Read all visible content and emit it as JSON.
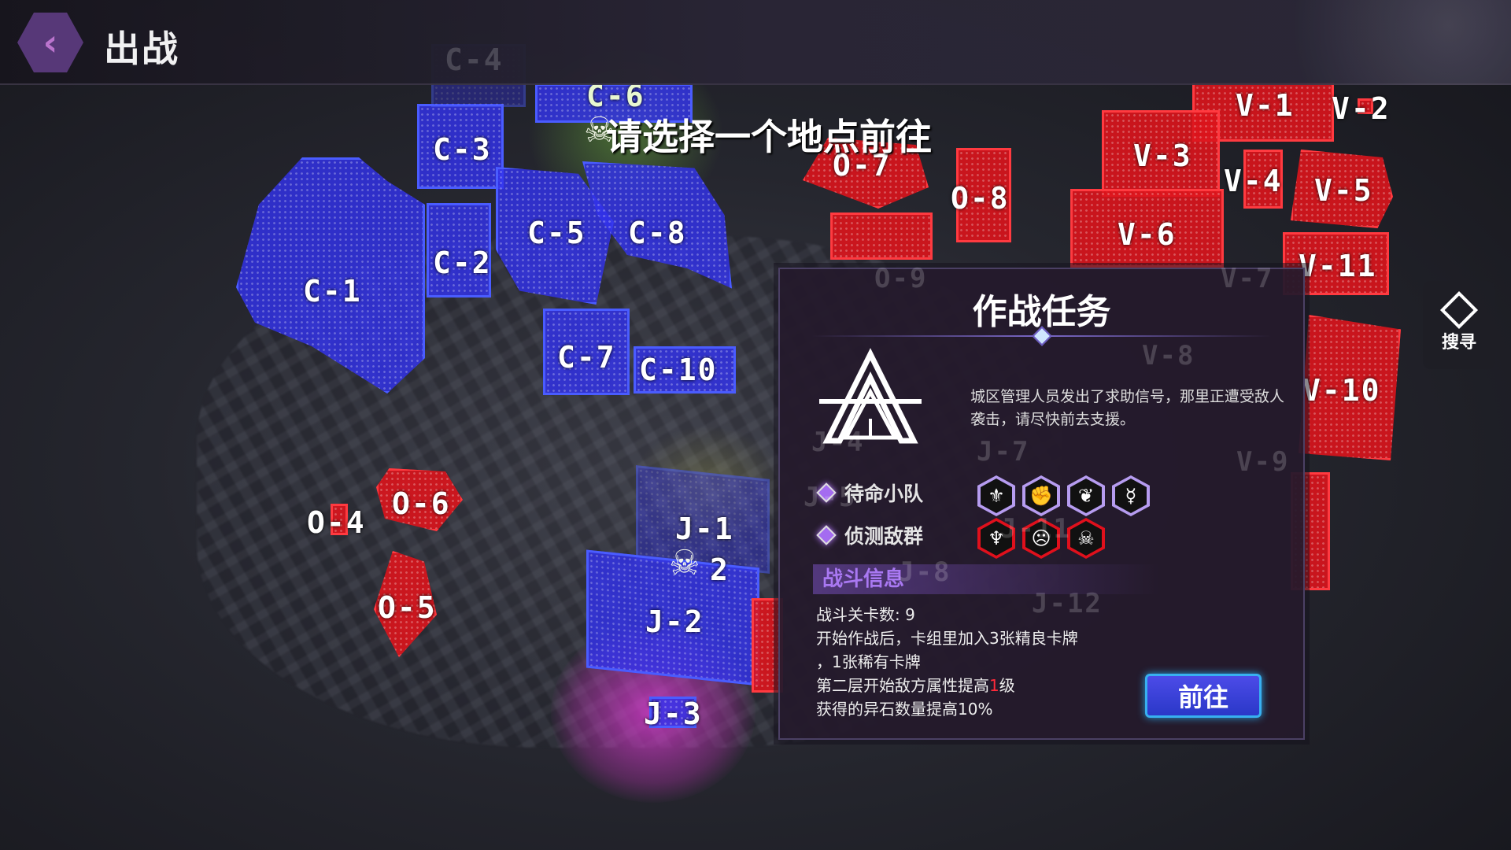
{
  "header": {
    "title": "出战",
    "back_icon": "chevron-left-icon"
  },
  "map": {
    "prompt": "请选择一个地点前往",
    "blue_regions": [
      "C-1",
      "C-2",
      "C-3",
      "C-4",
      "C-5",
      "C-6",
      "C-7",
      "C-8",
      "C-10",
      "J-1",
      "2",
      "J-2",
      "J-3"
    ],
    "red_regions": [
      "O-4",
      "O-5",
      "O-6",
      "O-7",
      "O-8",
      "V-1",
      "V-2",
      "V-3",
      "V-4",
      "V-5",
      "V-6",
      "V-10",
      "V-11"
    ],
    "faint_labels": [
      "O-9",
      "V-7",
      "V-8",
      "V-9",
      "J-4",
      "J-5",
      "J-7",
      "J-8",
      "J-11",
      "J-12"
    ]
  },
  "search_button": {
    "label": "搜寻"
  },
  "mission": {
    "title": "作战任务",
    "description": "城区管理人员发出了求助信号，那里正遭受敌人袭击，请尽快前去支援。",
    "standby_label": "待命小队",
    "enemy_label": "侦测敌群",
    "info_header": "战斗信息",
    "info_lines": [
      "战斗关卡数: 9",
      "开始作战后，卡组里加入3张精良卡牌",
      "，1张稀有卡牌"
    ],
    "line4_pre": "第二层开始敌方属性提高",
    "line4_num": "1",
    "line4_post": "级",
    "line5": "获得的异石数量提高10%",
    "go_button": "前往",
    "colors": {
      "ally": "#b69cf0",
      "enemy": "#e0101c",
      "accent": "#a978f2"
    }
  }
}
